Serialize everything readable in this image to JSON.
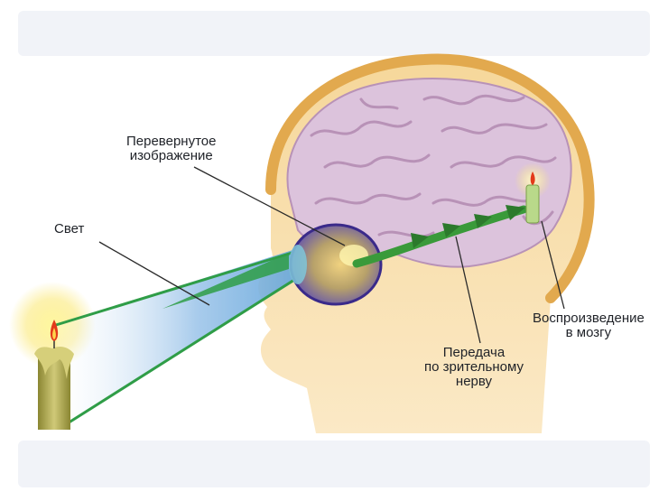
{
  "labels": {
    "inverted_image": [
      "Перевернутое",
      "изображение"
    ],
    "light": "Свет",
    "brain_reproduction": [
      "Воспроизведение",
      "в мозгу"
    ],
    "optic_nerve_transmission": [
      "Передача",
      "по зрительному",
      "нерву"
    ]
  },
  "colors": {
    "head_skin": "#f3d9a6",
    "head_outline": "#e2b464",
    "brain": "#dcc3dc",
    "brain_folds": "#b892b7",
    "light_beam": "#2f9d47",
    "nerve_arrow": "#3a9a3a",
    "candle": "#b9b25a",
    "flame": "#e33a1a"
  }
}
